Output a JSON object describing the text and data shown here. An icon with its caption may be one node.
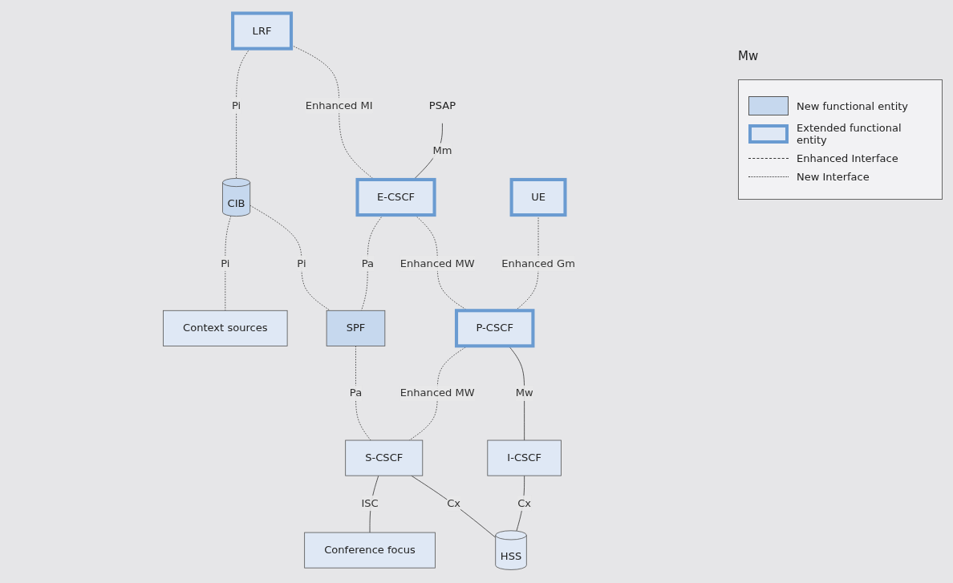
{
  "diagram": {
    "nodes": [
      {
        "text": [
          "LRF"
        ]
      },
      {
        "text": [
          "CIB"
        ]
      },
      {
        "text": [
          "Context sources"
        ]
      },
      {
        "text": [
          "E-CSCF"
        ]
      },
      {
        "text": [
          "SPF"
        ]
      },
      {
        "text": [
          "PSAP"
        ]
      },
      {
        "text": [
          "UE"
        ]
      },
      {
        "text": [
          "P-CSCF"
        ]
      },
      {
        "text": [
          "S-CSCF"
        ]
      },
      {
        "text": [
          "Conference focus"
        ]
      },
      {
        "text": [
          "I-CSCF"
        ]
      },
      {
        "text": [
          "HSS"
        ]
      }
    ],
    "edges": [
      {
        "from": 0,
        "to": 1,
        "arrow": "none",
        "label": "Pi",
        "style": "dashed"
      },
      {
        "from": 1,
        "to": 2,
        "arrow": "none",
        "label": "Pi",
        "style": "dashed"
      },
      {
        "from": 0,
        "to": 3,
        "arrow": "none",
        "label": "Enhanced MI",
        "style": "dashed"
      },
      {
        "from": 1,
        "to": 4,
        "arrow": "none",
        "label": "Pi",
        "style": "dashed"
      },
      {
        "from": 5,
        "to": 3,
        "arrow": "none",
        "label": "Mm"
      },
      {
        "from": 3,
        "to": 4,
        "arrow": "none",
        "label": "Pa",
        "style": "dashed"
      },
      {
        "from": 3,
        "to": 7,
        "arrow": "none",
        "label": "Enhanced MW",
        "style": "dashed"
      },
      {
        "from": 4,
        "to": 8,
        "arrow": "none",
        "label": "Pa",
        "style": "dashed"
      },
      {
        "from": 6,
        "to": 7,
        "arrow": "none",
        "label": "Enhanced Gm",
        "style": "dashed"
      },
      {
        "from": 7,
        "to": 8,
        "arrow": "none",
        "label": "Enhanced MW",
        "style": "dashed"
      },
      {
        "from": 8,
        "to": 9,
        "arrow": "none",
        "label": "ISC"
      },
      {
        "from": 7,
        "to": 10,
        "arrow": "none",
        "label": "Mw"
      },
      {
        "from": 8,
        "to": 11,
        "arrow": "none",
        "label": "Cx"
      },
      {
        "from": 10,
        "to": 11,
        "arrow": "none",
        "label": "Cx"
      }
    ],
    "labels": [
      "Mw"
    ],
    "legend": [
      {
        "text": "New functional entity",
        "color": "#c6d8ee"
      },
      {
        "text": "Extended functional entity"
      },
      {
        "text": "Enhanced Interface"
      },
      {
        "text": "New Interface"
      }
    ]
  }
}
